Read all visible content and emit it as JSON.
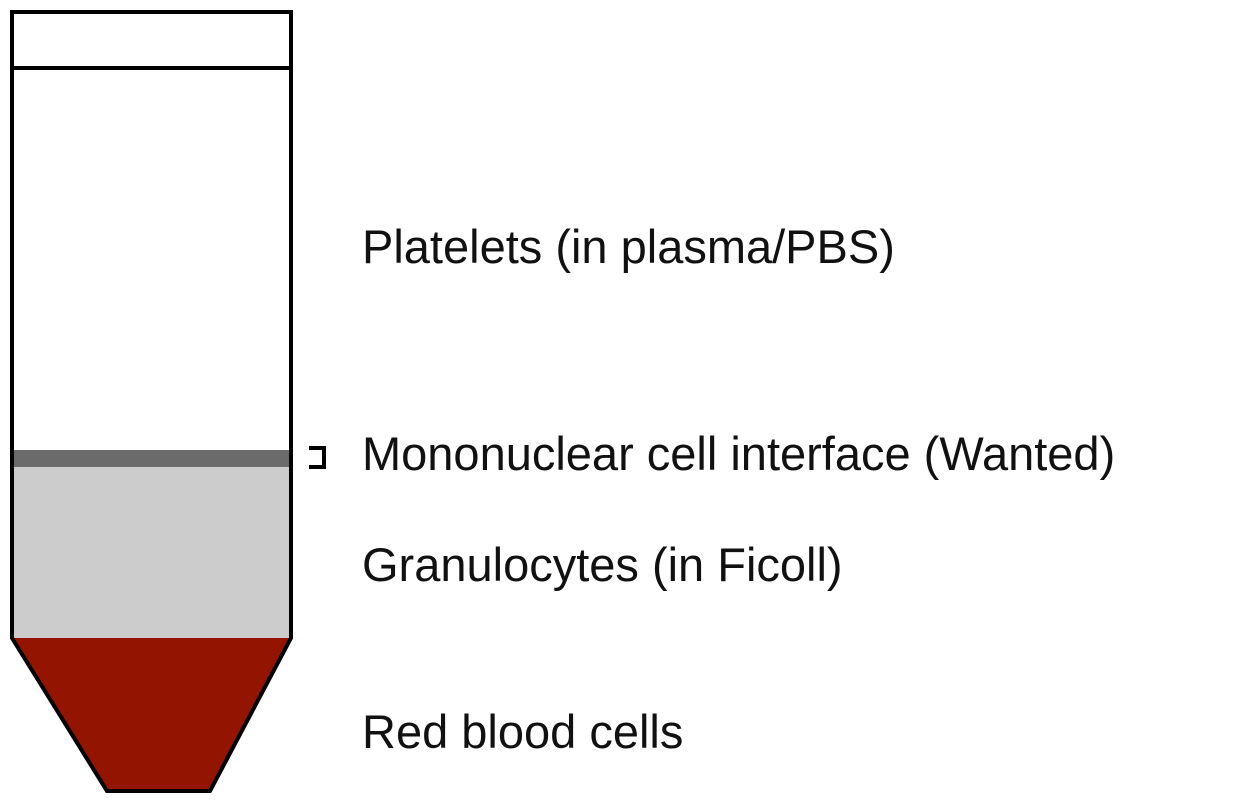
{
  "diagram": {
    "labels": {
      "platelets": "Platelets (in plasma/PBS)",
      "mononuclear": "Mononuclear cell interface (Wanted)",
      "granulocytes": "Granulocytes (in Ficoll)",
      "red_blood_cells": "Red blood cells"
    },
    "colors": {
      "tube_outline": "#000000",
      "cap_fill": "#ffffff",
      "plasma_fill": "#ffffff",
      "interface_band": "#6b6b6b",
      "ficoll_fill": "#cccccc",
      "red_blood_cells_fill": "#931500",
      "text": "#111111"
    }
  }
}
